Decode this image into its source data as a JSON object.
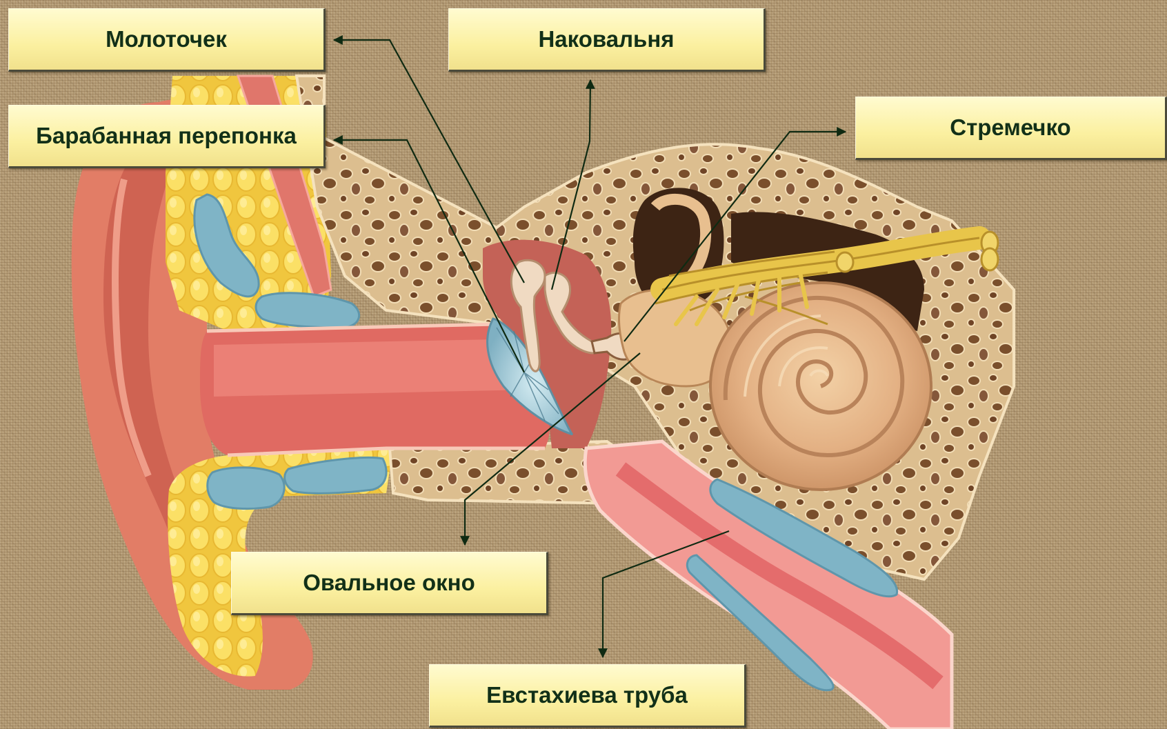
{
  "labels": {
    "malleus": "Молоточек",
    "incus": "Наковальня",
    "eardrum": "Барабанная перепонка",
    "stapes": "Стремечко",
    "oval_window": "Овальное окно",
    "eustachian_tube": "Евстахиева труба"
  },
  "colors": {
    "background": "#b39a74",
    "label_fill": "#fbf0a0",
    "label_text": "#123018",
    "leader_line": "#0f2a12",
    "skin": "#e07a63",
    "canal": "#d65a55",
    "fat": "#f5cf42",
    "cartilage_blue": "#7fb4c6",
    "bone": "#d8b888",
    "bone_pores": "#7a4f2c",
    "cochlea": "#e4b586",
    "eardrum": "#9ec7d4",
    "nerve": "#e8c54a"
  }
}
